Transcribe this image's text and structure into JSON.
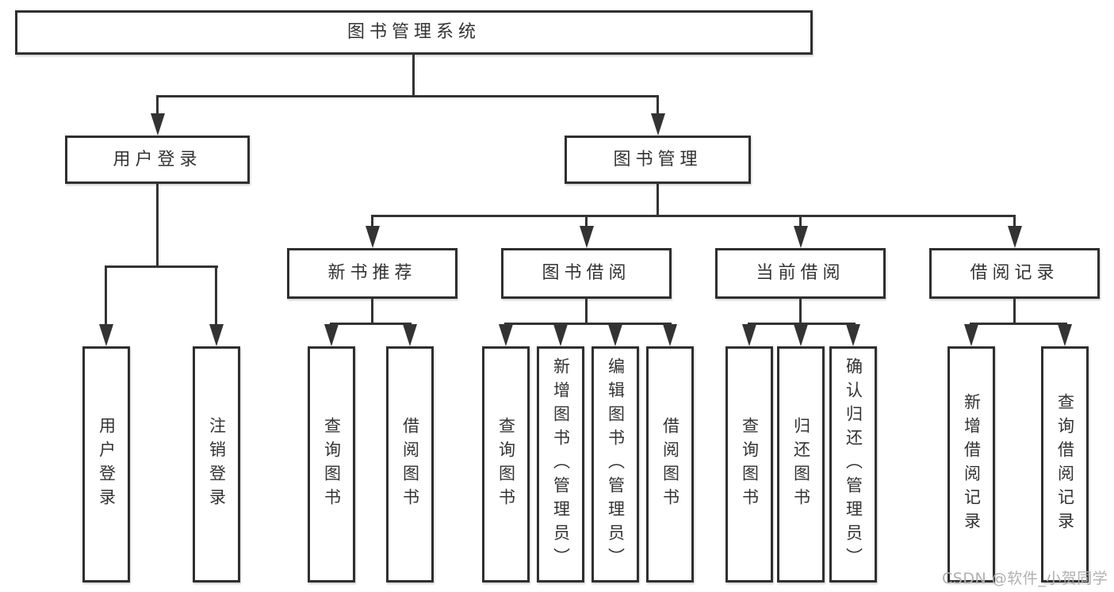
{
  "colors": {
    "line": "#333333",
    "text": "#333333",
    "box_border": "#2f2f2f",
    "watermark": "#b0b0b0",
    "background": "#ffffff"
  },
  "nodes": {
    "root": "图书管理系统",
    "user_login": "用户登录",
    "book_management": "图书管理",
    "new_book_recommend": "新书推荐",
    "book_borrowing": "图书借阅",
    "current_borrowing": "当前借阅",
    "borrowing_records": "借阅记录",
    "user_login_children": [
      "用户登录",
      "注销登录"
    ],
    "new_book_recommend_children": [
      "查询图书",
      "借阅图书"
    ],
    "book_borrowing_children": [
      "查询图书",
      "新增图书（管理员）",
      "编辑图书（管理员）",
      "借阅图书"
    ],
    "current_borrowing_children": [
      "查询图书",
      "归还图书",
      "确认归还（管理员）"
    ],
    "borrowing_records_children": [
      "新增借阅记录",
      "查询借阅记录"
    ]
  },
  "watermark": "CSDN @软件_小贺同学"
}
